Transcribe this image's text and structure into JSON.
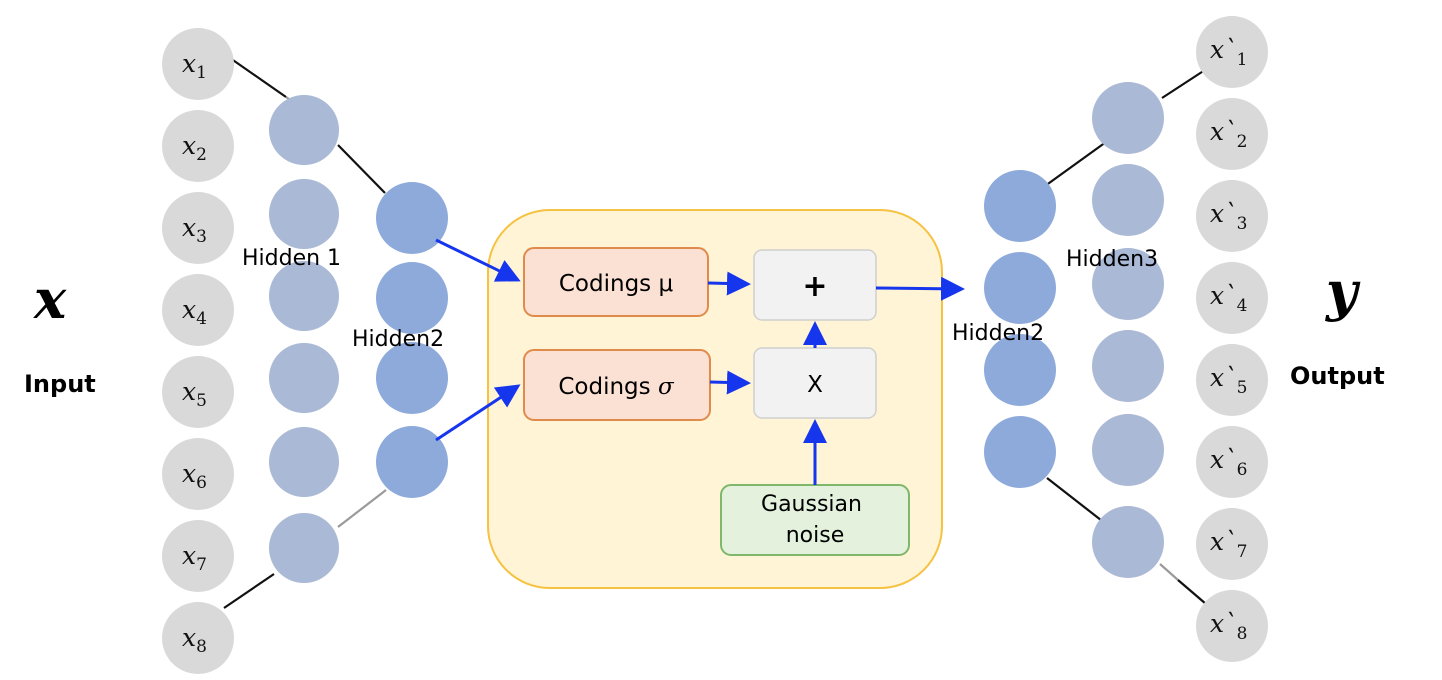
{
  "input": {
    "symbol": "x",
    "label": "Input",
    "nodes": [
      {
        "base": "x",
        "sub": "1"
      },
      {
        "base": "x",
        "sub": "2"
      },
      {
        "base": "x",
        "sub": "3"
      },
      {
        "base": "x",
        "sub": "4"
      },
      {
        "base": "x",
        "sub": "5"
      },
      {
        "base": "x",
        "sub": "6"
      },
      {
        "base": "x",
        "sub": "7"
      },
      {
        "base": "x",
        "sub": "8"
      }
    ]
  },
  "output": {
    "symbol": "y",
    "label": "Output",
    "nodes": [
      {
        "base": "x`",
        "sub": "1"
      },
      {
        "base": "x`",
        "sub": "2"
      },
      {
        "base": "x`",
        "sub": "3"
      },
      {
        "base": "x`",
        "sub": "4"
      },
      {
        "base": "x`",
        "sub": "5"
      },
      {
        "base": "x`",
        "sub": "6"
      },
      {
        "base": "x`",
        "sub": "7"
      },
      {
        "base": "x`",
        "sub": "8"
      }
    ]
  },
  "layers": {
    "hidden1": "Hidden 1",
    "hidden2_left": "Hidden2",
    "hidden2_right": "Hidden2",
    "hidden3": "Hidden3"
  },
  "latent": {
    "mu_label": "Codings μ",
    "sigma_prefix": "Codings ",
    "sigma_symbol": "σ",
    "plus": "+",
    "times": "X",
    "noise_line1": "Gaussian",
    "noise_line2": "noise"
  },
  "colors": {
    "input_node": "#d9d9d9",
    "hidden_light": "#a9b9d6",
    "hidden_dark": "#8eaadb",
    "latent_bg": "#fff4d6",
    "latent_border": "#f5c242",
    "coding_box": "#fbe1d4",
    "coding_border": "#e08a4c",
    "op_box": "#f2f2f2",
    "noise_box": "#e3f1dd",
    "noise_border": "#7fb86b",
    "arrow": "#1636ee"
  }
}
